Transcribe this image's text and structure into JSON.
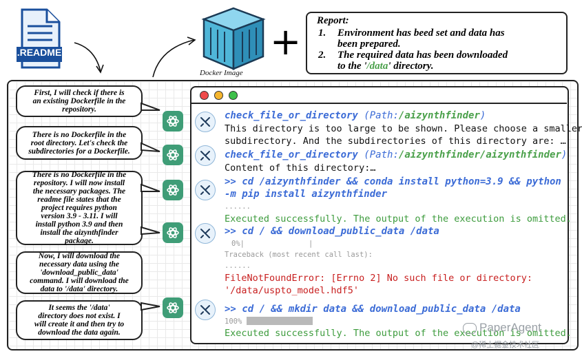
{
  "readme_label": ".README",
  "docker_label": "Docker Image",
  "plus_sign": "+",
  "report": {
    "title": "Report:",
    "items": [
      {
        "num": "1.",
        "line1": "Environment has beed set and data has",
        "line2": "been prepared."
      },
      {
        "num": "2.",
        "line1": "The required data has been downloaded",
        "line2a": "to the '",
        "line2b": "/data",
        "line2c": "' directory."
      }
    ]
  },
  "bubbles": [
    {
      "lines": [
        "First, I will check if there is",
        "an existing Dockerfile in the",
        "repository."
      ]
    },
    {
      "lines": [
        "There is no Dockerfile in the",
        "root directory. Let's check the",
        "subdirectories for a Dockerfile."
      ]
    },
    {
      "lines": [
        "There is no Dockerfile in the",
        "repository. I will now install",
        "the necessary packages. The",
        "readme file states that the",
        "project requires python",
        "version 3.9 - 3.11. I will",
        "install python 3.9 and then",
        "install the aizynthfinder",
        "package."
      ]
    },
    {
      "lines": [
        "Now, I will download the",
        "necessary data using the",
        "'download_public_data'",
        "command. I will download the",
        "data to '/data' directory."
      ]
    },
    {
      "lines": [
        "It seems the '/data'",
        "directory does not exist. I",
        "will create it and then try to",
        "download the data again."
      ]
    }
  ],
  "terminal": {
    "call1": {
      "fn": "check_file_or_directory",
      "open": " (",
      "arg": "Path:",
      "val": "/aizynthfinder",
      "close": ")"
    },
    "out1_line1": "This directory is too large to be shown. Please choose a smaller",
    "out1_line2": "subdirectory. And the subdirectories of this directory are: …",
    "call2": {
      "fn": "check_file_or_directory",
      "open": " (",
      "arg": "Path:",
      "val": "/aizynthfinder/aizynthfinder",
      "close": ")"
    },
    "out2": "Content of this directory:…",
    "cmd3_line1": ">> cd /aizynthfinder && conda install python=3.9 && python",
    "cmd3_line2": "-m pip install aizynthfinder",
    "dots3": "......",
    "ok3": "Executed successfully. The output of the execution is omitted.",
    "cmd4": ">> cd / && download_public_data /data",
    "progress4": "0%|",
    "progress4_bar": "|",
    "traceback": "Traceback (most recent call last):",
    "dots4": "......",
    "err_line1": "FileNotFoundError: [Errno 2] No such file or directory:",
    "err_line2": "'/data/uspto_model.hdf5'",
    "cmd5": ">> cd / && mkdir data && download_public_data /data",
    "progress5": "100%",
    "ok5": "Executed successfully. The output of the execution is omitted."
  },
  "watermark": {
    "brand": "PaperAgent",
    "site": "@稀土掘金技术社区"
  },
  "colors": {
    "cmd": "#3b6bd6",
    "path": "#4aa04a",
    "ok": "#3c9b3c",
    "err": "#c81e1e",
    "gpt": "#3f9d77",
    "docker": "#4fb6d8"
  }
}
